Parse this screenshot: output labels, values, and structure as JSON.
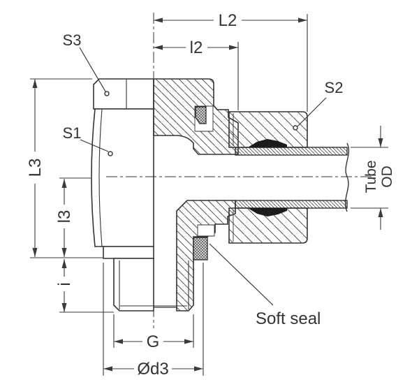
{
  "drawing": {
    "type": "technical-section-drawing",
    "subject": "adjustable elbow tube fitting cross-section",
    "dimensions": {
      "L2": "L2",
      "l2": "l2",
      "L3": "L3",
      "l3": "l3",
      "i": "i",
      "G": "G",
      "d3": "Ød3",
      "tube_od_line1": "Tube",
      "tube_od_line2": "OD"
    },
    "callouts": {
      "s3": "S3",
      "s1": "S1",
      "s2": "S2",
      "soft_seal": "Soft seal"
    },
    "colors": {
      "line": "#333333",
      "dimension_line": "#3a3a3a",
      "seal_dark": "#1c1c1c",
      "background": "#ffffff"
    }
  }
}
